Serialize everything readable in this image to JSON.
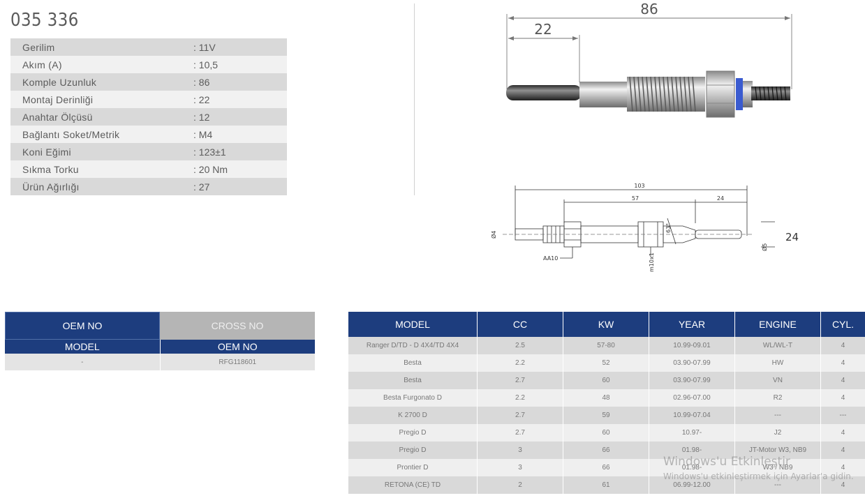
{
  "product": {
    "part_number": "035 336",
    "specs": [
      {
        "label": "Gerilim",
        "value": ": 11V"
      },
      {
        "label": "Akım (A)",
        "value": ": 10,5"
      },
      {
        "label": "Komple Uzunluk",
        "value": ": 86"
      },
      {
        "label": "Montaj Derinliği",
        "value": ": 22"
      },
      {
        "label": "Anahtar Ölçüsü",
        "value": ": 12"
      },
      {
        "label": "Bağlantı Soket/Metrik",
        "value": ": M4"
      },
      {
        "label": "Koni Eğimi",
        "value": ": 123±1"
      },
      {
        "label": "Sıkma Torku",
        "value": ": 20 Nm"
      },
      {
        "label": "Ürün Ağırlığı",
        "value": ": 27"
      }
    ]
  },
  "drawing_top": {
    "overall_length": "86",
    "mount_depth": "22"
  },
  "drawing_bottom": {
    "total": "103",
    "mid": "57",
    "right": "24",
    "angle": "63°",
    "dia_left": "Ø4",
    "dia_right": "Ø5",
    "hex": "AA10",
    "thread": "m10x1",
    "side_label": "24"
  },
  "oem": {
    "tabs": {
      "active": "OEM NO",
      "inactive": "CROSS NO"
    },
    "headers": {
      "model": "MODEL",
      "oem_no": "OEM NO"
    },
    "rows": [
      {
        "model": "-",
        "oem_no": "RFG118601"
      }
    ]
  },
  "models": {
    "headers": {
      "model": "MODEL",
      "cc": "CC",
      "kw": "KW",
      "year": "YEAR",
      "engine": "ENGINE",
      "cyl": "CYL."
    },
    "rows": [
      {
        "model": "Ranger D/TD - D 4X4/TD 4X4",
        "cc": "2.5",
        "kw": "57-80",
        "year": "10.99-09.01",
        "engine": "WL/WL-T",
        "cyl": "4"
      },
      {
        "model": "Besta",
        "cc": "2.2",
        "kw": "52",
        "year": "03.90-07.99",
        "engine": "HW",
        "cyl": "4"
      },
      {
        "model": "Besta",
        "cc": "2.7",
        "kw": "60",
        "year": "03.90-07.99",
        "engine": "VN",
        "cyl": "4"
      },
      {
        "model": "Besta Furgonato D",
        "cc": "2.2",
        "kw": "48",
        "year": "02.96-07.00",
        "engine": "R2",
        "cyl": "4"
      },
      {
        "model": "K 2700 D",
        "cc": "2.7",
        "kw": "59",
        "year": "10.99-07.04",
        "engine": "---",
        "cyl": "---"
      },
      {
        "model": "Pregio D",
        "cc": "2.7",
        "kw": "60",
        "year": "10.97-",
        "engine": "J2",
        "cyl": "4"
      },
      {
        "model": "Pregio D",
        "cc": "3",
        "kw": "66",
        "year": "01.98-",
        "engine": "JT-Motor W3, NB9",
        "cyl": "4"
      },
      {
        "model": "Prontier D",
        "cc": "3",
        "kw": "66",
        "year": "01.98-",
        "engine": "W3 / NB9",
        "cyl": "4"
      },
      {
        "model": "RETONA (CE) TD",
        "cc": "2",
        "kw": "61",
        "year": "06.99-12.00",
        "engine": "---",
        "cyl": "4"
      }
    ]
  },
  "watermark": {
    "line1": "Windows'u Etkinleştir",
    "line2": "Windows'u etkinleştirmek için Ayarlar'a gidin."
  }
}
